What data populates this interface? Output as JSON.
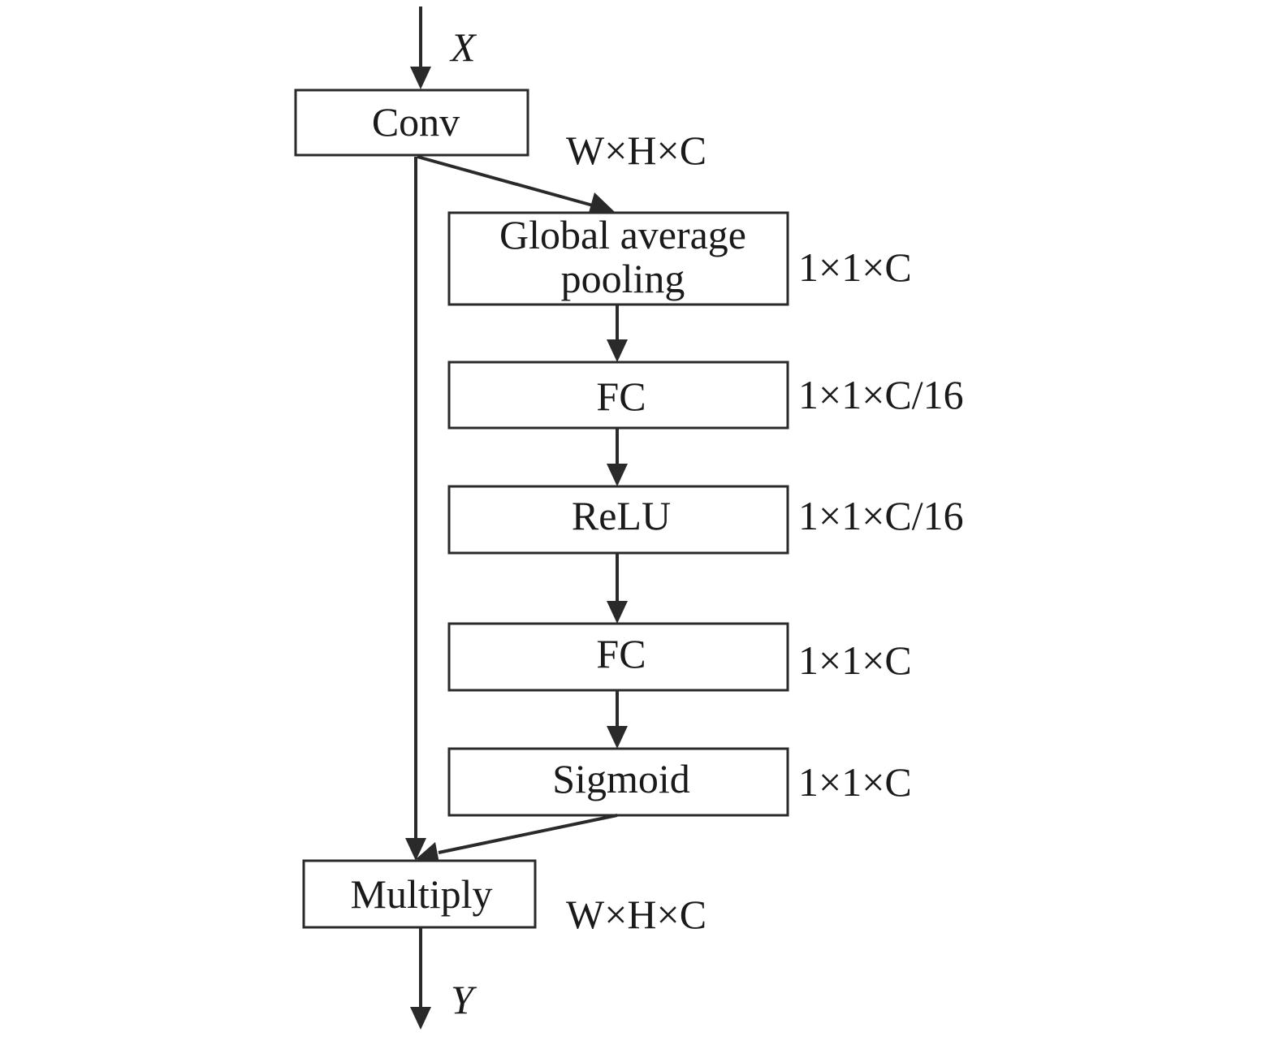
{
  "input_label": "X",
  "output_label": "Y",
  "blocks": {
    "conv": "Conv",
    "gap_line1": "Global average",
    "gap_line2": "pooling",
    "fc1": "FC",
    "relu": "ReLU",
    "fc2": "FC",
    "sigmoid": "Sigmoid",
    "multiply": "Multiply"
  },
  "dims": {
    "conv_out": "W×H×C",
    "gap": "1×1×C",
    "fc1": "1×1×C/16",
    "relu": "1×1×C/16",
    "fc2": "1×1×C",
    "sigmoid": "1×1×C",
    "multiply_out": "W×H×C"
  },
  "colors": {
    "stroke": "#2a2a2a",
    "text": "#1a1a1a",
    "background": "#ffffff"
  }
}
